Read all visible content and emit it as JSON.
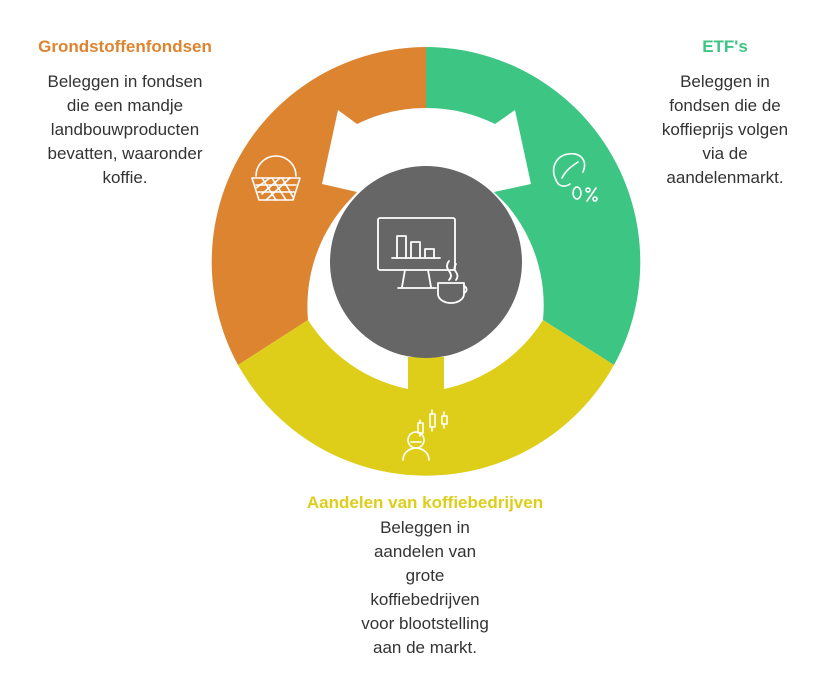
{
  "colors": {
    "orange": "#DD8431",
    "green": "#3CC583",
    "yellow": "#DECE1A",
    "center": "#666666",
    "icon": "#ffffff"
  },
  "segments": [
    {
      "title": "Grondstoffenfondsen",
      "description": "Beleggen in fondsen\ndie een mandje\nlandbouwproducten\nbevatten, waaronder\nkoffie.",
      "icon": "basket-icon"
    },
    {
      "title": "ETF's",
      "description": "Beleggen in\nfondsen die de\nkoffieprijs volgen\nvia de\naandelenmarkt.",
      "icon": "coffee-bean-percent-icon"
    },
    {
      "title": "Aandelen van koffiebedrijven",
      "description": "Beleggen in\naandelen van\ngrote\nkoffiebedrijven\nvoor blootstelling\naan de markt.",
      "icon": "investor-candlestick-icon"
    }
  ],
  "center_icon": "computer-chart-coffee-icon"
}
